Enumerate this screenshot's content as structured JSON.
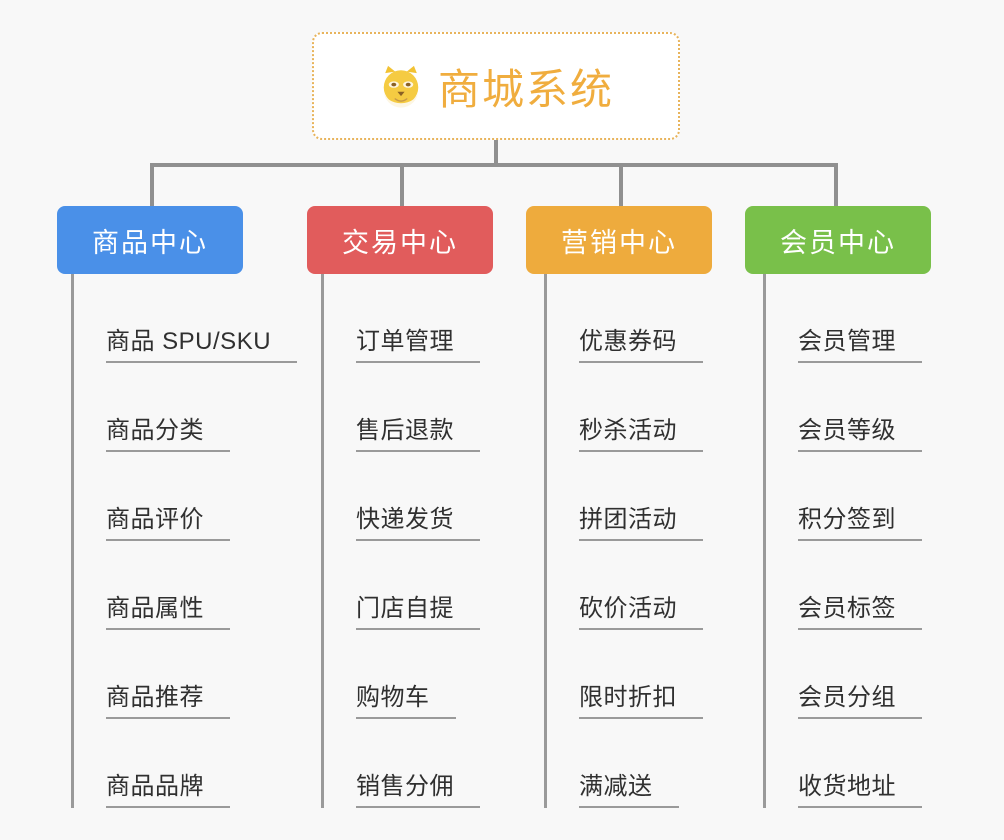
{
  "diagram": {
    "type": "mindmap",
    "background_color": "#f8f8f8",
    "root": {
      "title": "商城系统",
      "icon": "shiba-dog-icon",
      "text_color": "#f0ad3e",
      "border_color": "#e8b45c",
      "background_color": "#ffffff"
    },
    "connector_color": "#909090",
    "branches": [
      {
        "label": "商品中心",
        "color": "#4a90e8",
        "items": [
          "商品 SPU/SKU",
          "商品分类",
          "商品评价",
          "商品属性",
          "商品推荐",
          "商品品牌"
        ]
      },
      {
        "label": "交易中心",
        "color": "#e15c5c",
        "items": [
          "订单管理",
          "售后退款",
          "快递发货",
          "门店自提",
          "购物车",
          "销售分佣"
        ]
      },
      {
        "label": "营销中心",
        "color": "#eeab3d",
        "items": [
          "优惠券码",
          "秒杀活动",
          "拼团活动",
          "砍价活动",
          "限时折扣",
          "满减送"
        ]
      },
      {
        "label": "会员中心",
        "color": "#79c04a",
        "items": [
          "会员管理",
          "会员等级",
          "积分签到",
          "会员标签",
          "会员分组",
          "收货地址"
        ]
      }
    ]
  }
}
